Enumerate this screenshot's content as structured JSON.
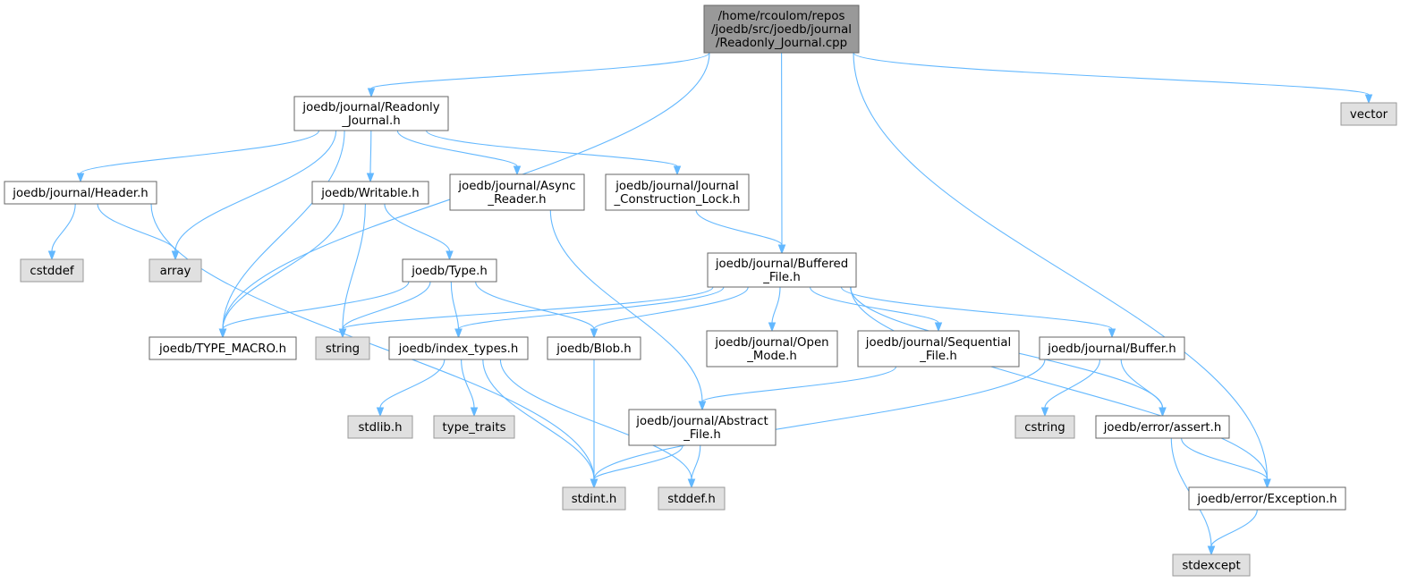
{
  "colors": {
    "root_fill": "#999999",
    "local_fill": "#ffffff",
    "system_fill": "#e0e0e0",
    "border_local": "#666666",
    "border_system": "#999999",
    "edge": "#63b8ff",
    "text": "#000000"
  },
  "nodes": {
    "root": {
      "lines": [
        "/home/rcoulom/repos",
        "/joedb/src/joedb/journal",
        "/Readonly_Journal.cpp"
      ],
      "kind": "root"
    },
    "readonly_journal_h": {
      "lines": [
        "joedb/journal/Readonly",
        "_Journal.h"
      ],
      "kind": "local"
    },
    "vector": {
      "lines": [
        "vector"
      ],
      "kind": "system"
    },
    "header_h": {
      "lines": [
        "joedb/journal/Header.h"
      ],
      "kind": "local"
    },
    "writable_h": {
      "lines": [
        "joedb/Writable.h"
      ],
      "kind": "local"
    },
    "async_reader_h": {
      "lines": [
        "joedb/journal/Async",
        "_Reader.h"
      ],
      "kind": "local"
    },
    "construction_lock_h": {
      "lines": [
        "joedb/journal/Journal",
        "_Construction_Lock.h"
      ],
      "kind": "local"
    },
    "cstddef": {
      "lines": [
        "cstddef"
      ],
      "kind": "system"
    },
    "array": {
      "lines": [
        "array"
      ],
      "kind": "system"
    },
    "type_h": {
      "lines": [
        "joedb/Type.h"
      ],
      "kind": "local"
    },
    "buffered_file_h": {
      "lines": [
        "joedb/journal/Buffered",
        "_File.h"
      ],
      "kind": "local"
    },
    "type_macro_h": {
      "lines": [
        "joedb/TYPE_MACRO.h"
      ],
      "kind": "local"
    },
    "string": {
      "lines": [
        "string"
      ],
      "kind": "system"
    },
    "index_types_h": {
      "lines": [
        "joedb/index_types.h"
      ],
      "kind": "local"
    },
    "blob_h": {
      "lines": [
        "joedb/Blob.h"
      ],
      "kind": "local"
    },
    "open_mode_h": {
      "lines": [
        "joedb/journal/Open",
        "_Mode.h"
      ],
      "kind": "local"
    },
    "sequential_file_h": {
      "lines": [
        "joedb/journal/Sequential",
        "_File.h"
      ],
      "kind": "local"
    },
    "buffer_h": {
      "lines": [
        "joedb/journal/Buffer.h"
      ],
      "kind": "local"
    },
    "stdlib_h": {
      "lines": [
        "stdlib.h"
      ],
      "kind": "system"
    },
    "type_traits": {
      "lines": [
        "type_traits"
      ],
      "kind": "system"
    },
    "abstract_file_h": {
      "lines": [
        "joedb/journal/Abstract",
        "_File.h"
      ],
      "kind": "local"
    },
    "cstring": {
      "lines": [
        "cstring"
      ],
      "kind": "system"
    },
    "assert_h": {
      "lines": [
        "joedb/error/assert.h"
      ],
      "kind": "local"
    },
    "stdint_h": {
      "lines": [
        "stdint.h"
      ],
      "kind": "system"
    },
    "stddef_h": {
      "lines": [
        "stddef.h"
      ],
      "kind": "system"
    },
    "exception_h": {
      "lines": [
        "joedb/error/Exception.h"
      ],
      "kind": "local"
    },
    "stdexcept": {
      "lines": [
        "stdexcept"
      ],
      "kind": "system"
    }
  },
  "edges": [
    [
      "root",
      "readonly_journal_h"
    ],
    [
      "root",
      "type_macro_h"
    ],
    [
      "root",
      "buffered_file_h"
    ],
    [
      "root",
      "vector"
    ],
    [
      "root",
      "exception_h"
    ],
    [
      "readonly_journal_h",
      "header_h"
    ],
    [
      "readonly_journal_h",
      "array"
    ],
    [
      "readonly_journal_h",
      "type_macro_h"
    ],
    [
      "readonly_journal_h",
      "writable_h"
    ],
    [
      "readonly_journal_h",
      "async_reader_h"
    ],
    [
      "readonly_journal_h",
      "construction_lock_h"
    ],
    [
      "header_h",
      "cstddef"
    ],
    [
      "header_h",
      "array"
    ],
    [
      "header_h",
      "stdint_h"
    ],
    [
      "writable_h",
      "type_macro_h"
    ],
    [
      "writable_h",
      "string"
    ],
    [
      "writable_h",
      "type_h"
    ],
    [
      "type_h",
      "type_macro_h"
    ],
    [
      "type_h",
      "string"
    ],
    [
      "type_h",
      "index_types_h"
    ],
    [
      "type_h",
      "blob_h"
    ],
    [
      "async_reader_h",
      "abstract_file_h"
    ],
    [
      "construction_lock_h",
      "buffered_file_h"
    ],
    [
      "buffered_file_h",
      "string"
    ],
    [
      "buffered_file_h",
      "index_types_h"
    ],
    [
      "buffered_file_h",
      "blob_h"
    ],
    [
      "buffered_file_h",
      "open_mode_h"
    ],
    [
      "buffered_file_h",
      "sequential_file_h"
    ],
    [
      "buffered_file_h",
      "buffer_h"
    ],
    [
      "buffered_file_h",
      "assert_h"
    ],
    [
      "buffered_file_h",
      "exception_h"
    ],
    [
      "index_types_h",
      "stdlib_h"
    ],
    [
      "index_types_h",
      "type_traits"
    ],
    [
      "index_types_h",
      "stdint_h"
    ],
    [
      "index_types_h",
      "stddef_h"
    ],
    [
      "blob_h",
      "stdint_h"
    ],
    [
      "sequential_file_h",
      "abstract_file_h"
    ],
    [
      "buffer_h",
      "cstring"
    ],
    [
      "buffer_h",
      "assert_h"
    ],
    [
      "buffer_h",
      "stdint_h"
    ],
    [
      "abstract_file_h",
      "stdint_h"
    ],
    [
      "abstract_file_h",
      "stddef_h"
    ],
    [
      "assert_h",
      "exception_h"
    ],
    [
      "assert_h",
      "stdexcept"
    ],
    [
      "exception_h",
      "stdexcept"
    ]
  ]
}
